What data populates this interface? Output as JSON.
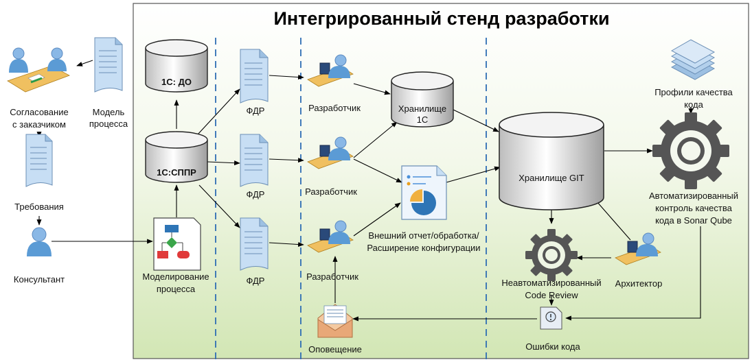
{
  "title": "Интегрированный стенд разработки",
  "nodes": {
    "do": "1С: ДО",
    "sppr": "1С:СППР",
    "model_process": [
      "Модель",
      "процесса"
    ],
    "approval": [
      "Согласование",
      "с заказчиком"
    ],
    "requirements": "Требования",
    "consultant": "Консультант",
    "modeling": [
      "Моделирование",
      "процесса"
    ],
    "fdr": "ФДР",
    "developer": "Разработчик",
    "storage_1c": [
      "Хранилище",
      "1С"
    ],
    "storage_git": "Хранилище GIT",
    "external": [
      "Внешний отчет/обработка/",
      "Расширение конфигурации"
    ],
    "profiles": [
      "Профили качества",
      "кода"
    ],
    "auto_control": [
      "Автоматизированный",
      "контроль качества",
      "кода в Sonar Qube"
    ],
    "manual_review": [
      "Неавтоматизированный",
      "Code Review"
    ],
    "architect": "Архитектор",
    "errors": "Ошибки кода",
    "notification": "Оповещение"
  },
  "colors": {
    "frame_border": "#555555",
    "gradient_top": "#ffffff",
    "gradient_bottom": "#d2e6b4",
    "dashed_line": "#2e6db4",
    "gear": "#555555",
    "doc_fill": "#c7def4",
    "doc_stroke": "#6b8fb6",
    "person_body": "#5b9bd5",
    "desk": "#f0c060"
  }
}
